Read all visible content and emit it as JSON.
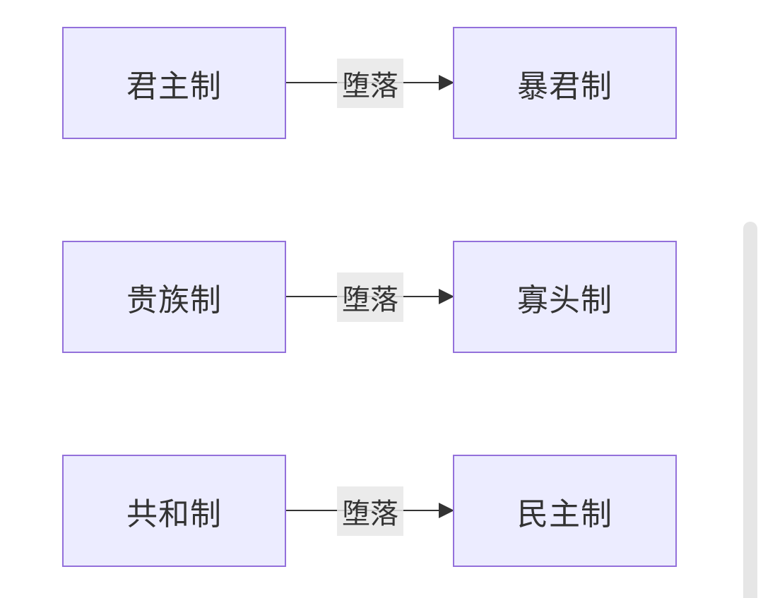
{
  "diagram": {
    "nodes": {
      "monarchy": "君主制",
      "tyranny": "暴君制",
      "aristocracy": "贵族制",
      "oligarchy": "寡头制",
      "republic": "共和制",
      "democracy": "民主制"
    },
    "edges": [
      {
        "from": "monarchy",
        "to": "tyranny",
        "label": "堕落"
      },
      {
        "from": "aristocracy",
        "to": "oligarchy",
        "label": "堕落"
      },
      {
        "from": "republic",
        "to": "democracy",
        "label": "堕落"
      }
    ]
  },
  "colors": {
    "node_fill": "#ececff",
    "node_border": "#9370db",
    "edge": "#333333",
    "label_bg": "#e8e8e8",
    "text": "#333333"
  }
}
